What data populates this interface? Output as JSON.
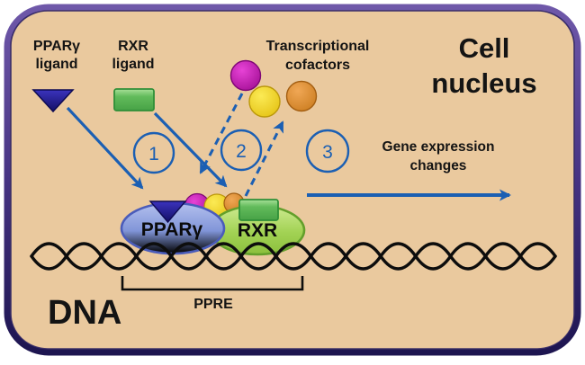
{
  "figure": {
    "title_line1": "Cell",
    "title_line2": "nucleus",
    "ppar_ligand_line1": "PPARγ",
    "ppar_ligand_line2": "ligand",
    "rxr_ligand_line1": "RXR",
    "rxr_ligand_line2": "ligand",
    "cofactors_line1": "Transcriptional",
    "cofactors_line2": "cofactors",
    "gene_expression_line1": "Gene expression",
    "gene_expression_line2": "changes",
    "dna_label": "DNA",
    "ppre_label": "PPRE",
    "ppar_protein_label": "PPARγ",
    "rxr_protein_label": "RXR"
  },
  "steps": [
    {
      "number": "1"
    },
    {
      "number": "2"
    },
    {
      "number": "3"
    }
  ],
  "colors": {
    "nucleus_fill": "#eac99e",
    "border_purple": "#5b4397",
    "border_dark_navy": "#1d1550",
    "arrow_blue": "#1b5fb3",
    "ligand_triangle_navy": "#1c168f",
    "ligand_rect_green": "#5db457",
    "cofactor_magenta": "#b411a3",
    "cofactor_yellow": "#f0d018",
    "cofactor_orange": "#d98a2b",
    "ppar_ellipse_blue": "#7d91d6",
    "rxr_ellipse_green": "#9ccf4d",
    "dna_color": "#0d0d0d",
    "text_color": "#141414"
  }
}
